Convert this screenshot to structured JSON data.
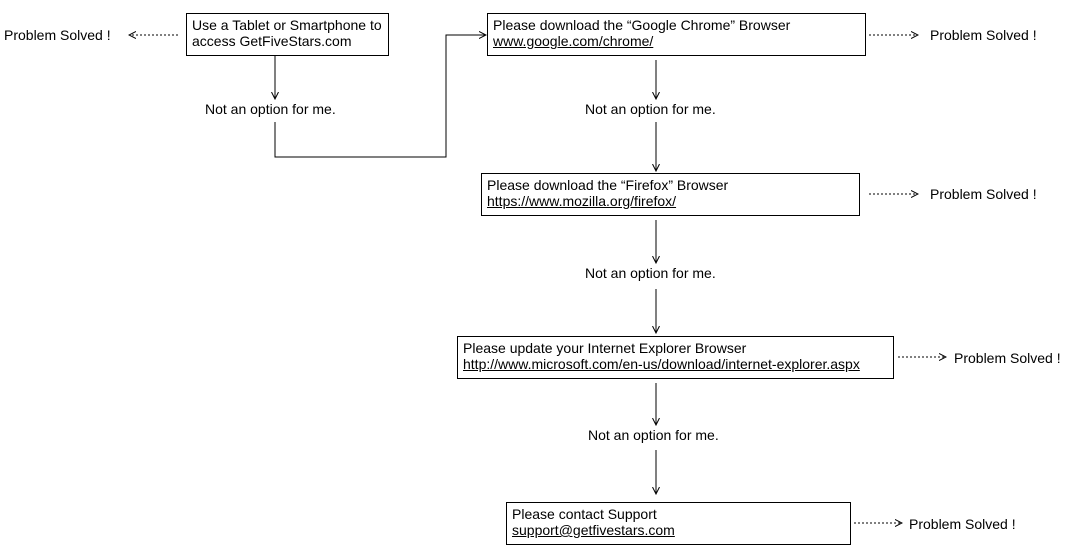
{
  "nodes": {
    "tablet": {
      "line1": "Use a Tablet or Smartphone to",
      "line2": "access GetFiveStars.com"
    },
    "chrome": {
      "text": "Please download the “Google Chrome” Browser",
      "link": "www.google.com/chrome/"
    },
    "firefox": {
      "text": "Please download the “Firefox” Browser",
      "link": "https://www.mozilla.org/firefox/"
    },
    "ie": {
      "text": "Please update your Internet Explorer Browser",
      "link": "http://www.microsoft.com/en-us/download/internet-explorer.aspx"
    },
    "support": {
      "text": "Please contact Support",
      "link": "support@getfivestars.com"
    }
  },
  "labels": {
    "not_option_1": "Not an option for me.",
    "not_option_2": "Not an option for me.",
    "not_option_3": "Not an option for me.",
    "not_option_4": "Not an option for me."
  },
  "outcomes": {
    "solved_tablet": "Problem Solved !",
    "solved_chrome": "Problem Solved !",
    "solved_firefox": "Problem Solved !",
    "solved_ie": "Problem Solved !",
    "solved_support": "Problem Solved !"
  }
}
